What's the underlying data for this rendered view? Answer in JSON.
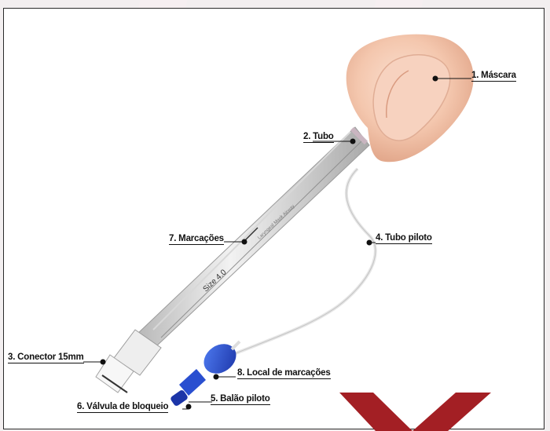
{
  "labels": {
    "mascara": "1. Máscara",
    "tubo": "2. Tubo",
    "conector": "3. Conector 15mm",
    "tubo_piloto": "4. Tubo piloto",
    "balao_piloto": "5. Balão piloto",
    "valvula": "6. Válvula de bloqueio",
    "marcacoes": "7. Marcações",
    "local_marcacoes": "8. Local de marcações"
  },
  "tube_markings": {
    "size": "Size 4.0",
    "brand": "Laryngeal Mask Airway"
  },
  "colors": {
    "mask": "#f4c7ae",
    "balloon": "#2a4fd0",
    "logo": "#a31f24"
  }
}
